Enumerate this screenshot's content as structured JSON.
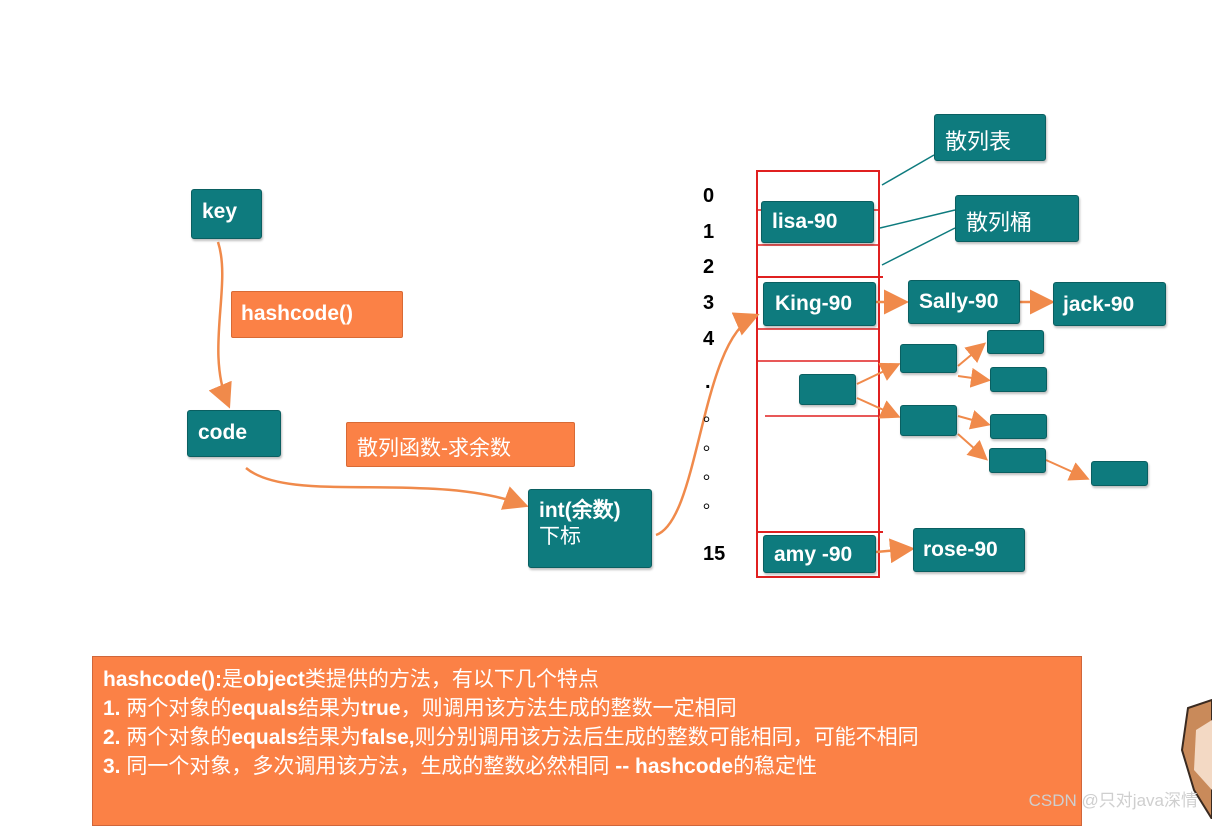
{
  "flow": {
    "key": "key",
    "hashcode": "hashcode()",
    "code": "code",
    "hash_func": "散列函数-求余数",
    "index_line1": "int(余数)",
    "index_line2": "下标"
  },
  "table": {
    "title": "散列表",
    "bucket": "散列桶",
    "indices": [
      "0",
      "1",
      "2",
      "3",
      "4",
      ".",
      "。",
      "。",
      "。",
      "。",
      "15"
    ],
    "nodes": {
      "lisa": "lisa-90",
      "king": "King-90",
      "sally": "Sally-90",
      "jack": "jack-90",
      "amy": "amy -90",
      "rose": "rose-90"
    }
  },
  "notes": {
    "line1_a": "hashcode():",
    "line1_b": "是",
    "line1_c": "object",
    "line1_d": "类提供的方法，有以下几个特点",
    "line2_a": "1. ",
    "line2_b": "两个对象的",
    "line2_c": "equals",
    "line2_d": "结果为",
    "line2_e": "true",
    "line2_f": "，则调用该方法生成的整数一定相同",
    "line3_a": "2. ",
    "line3_b": "两个对象的",
    "line3_c": "equals",
    "line3_d": "结果为",
    "line3_e": "false,",
    "line3_f": "则分别调用该方法后生成的整数可能相同，可能不相同",
    "line4_a": "3. ",
    "line4_b": "同一个对象，多次调用该方法，生成的整数必然相同 ",
    "line4_c": "-- hashcode",
    "line4_d": "的稳定性"
  },
  "watermark": "CSDN @只对java深情",
  "colors": {
    "teal": "#0e7b7e",
    "orange": "#fb8146",
    "red": "#e02020",
    "arrow": "#f08a4b"
  }
}
